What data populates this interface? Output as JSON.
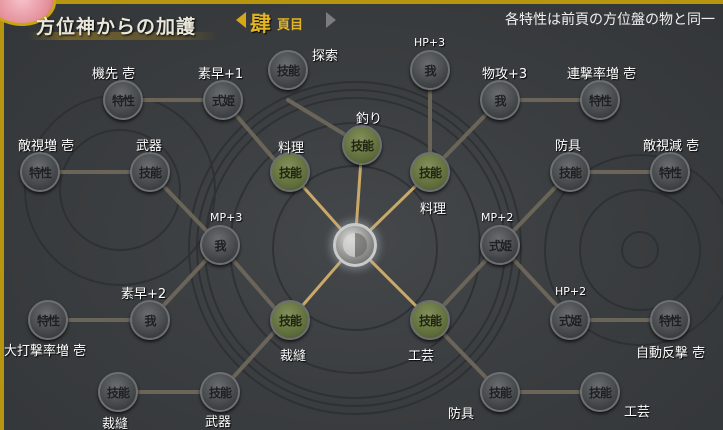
{
  "header": {
    "title": "方位神からの加護",
    "page_number": "肆",
    "page_unit": "頁目",
    "note": "各特性は前頁の方位盤の物と同一"
  },
  "colors": {
    "gold": "#d4a819",
    "active_node": "#5b6a38",
    "inactive_node": "#3e4143",
    "active_line": "#c8a96a",
    "inactive_line": "#6a6459"
  },
  "center": {
    "icon": "yin-yang-icon"
  },
  "nodes": [
    {
      "id": "n1",
      "glyph": "特性",
      "label": "機先 壱",
      "style": "gray"
    },
    {
      "id": "n2",
      "glyph": "式姫",
      "label": "素早+1",
      "style": "gray"
    },
    {
      "id": "n3",
      "glyph": "技能",
      "label": "探索",
      "style": "gray"
    },
    {
      "id": "n4",
      "glyph": "我",
      "label": "HP+3",
      "style": "gray"
    },
    {
      "id": "n5",
      "glyph": "我",
      "label": "物攻+3",
      "style": "gray"
    },
    {
      "id": "n6",
      "glyph": "特性",
      "label": "連撃率増 壱",
      "style": "gray"
    },
    {
      "id": "n7",
      "glyph": "特性",
      "label": "敵視増 壱",
      "style": "gray"
    },
    {
      "id": "n8",
      "glyph": "技能",
      "label": "武器",
      "style": "gray"
    },
    {
      "id": "n9",
      "glyph": "技能",
      "label": "料理",
      "style": "green"
    },
    {
      "id": "n10",
      "glyph": "技能",
      "label": "釣り",
      "style": "green"
    },
    {
      "id": "n11",
      "glyph": "技能",
      "label": "料理",
      "style": "green"
    },
    {
      "id": "n12",
      "glyph": "技能",
      "label": "防具",
      "style": "gray"
    },
    {
      "id": "n13",
      "glyph": "特性",
      "label": "敵視減 壱",
      "style": "gray"
    },
    {
      "id": "n14",
      "glyph": "我",
      "label": "MP+3",
      "style": "gray"
    },
    {
      "id": "n15",
      "glyph": "式姫",
      "label": "MP+2",
      "style": "gray"
    },
    {
      "id": "n16",
      "glyph": "特性",
      "label": "大打撃率増 壱",
      "style": "gray"
    },
    {
      "id": "n17",
      "glyph": "我",
      "label": "素早+2",
      "style": "gray"
    },
    {
      "id": "n18",
      "glyph": "技能",
      "label": "裁縫",
      "style": "green"
    },
    {
      "id": "n19",
      "glyph": "技能",
      "label": "工芸",
      "style": "green"
    },
    {
      "id": "n20",
      "glyph": "式姫",
      "label": "HP+2",
      "style": "gray"
    },
    {
      "id": "n21",
      "glyph": "特性",
      "label": "自動反撃 壱",
      "style": "gray"
    },
    {
      "id": "n22",
      "glyph": "技能",
      "label": "裁縫",
      "style": "gray"
    },
    {
      "id": "n23",
      "glyph": "技能",
      "label": "武器",
      "style": "gray"
    },
    {
      "id": "n24",
      "glyph": "技能",
      "label": "防具",
      "style": "gray"
    },
    {
      "id": "n25",
      "glyph": "技能",
      "label": "工芸",
      "style": "gray"
    }
  ]
}
